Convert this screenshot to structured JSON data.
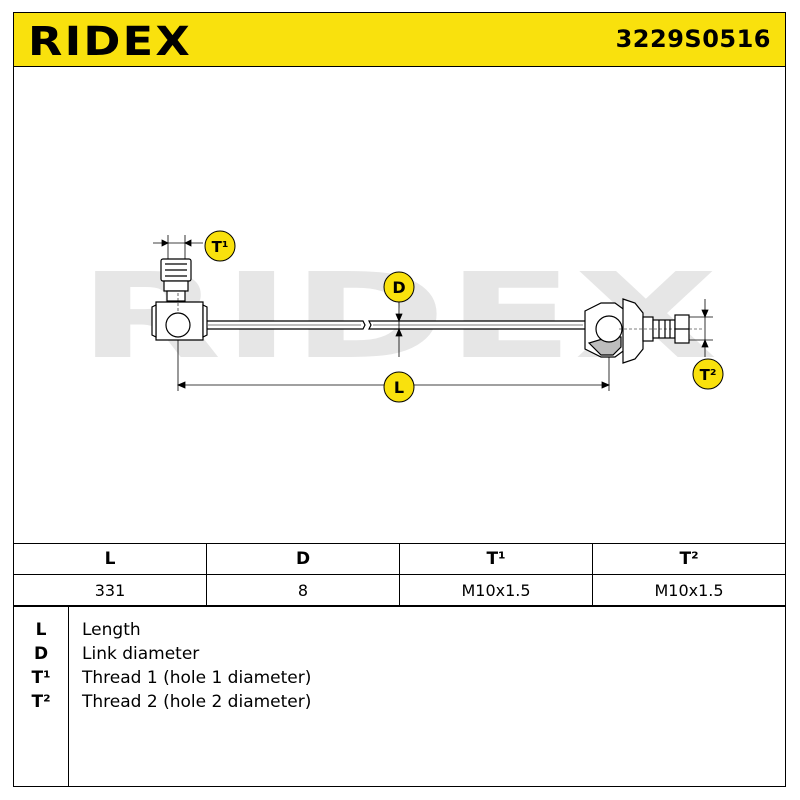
{
  "header": {
    "brand": "RIDEX",
    "part_number": "3229S0516",
    "background": "#f9e10d"
  },
  "drawing": {
    "watermark": "RIDEX",
    "labels": {
      "T1": "T¹",
      "T2": "T²",
      "D": "D",
      "L": "L"
    }
  },
  "table": {
    "headers": [
      "L",
      "D",
      "T¹",
      "T²"
    ],
    "values": [
      "331",
      "8",
      "M10x1.5",
      "M10x1.5"
    ]
  },
  "legend": [
    {
      "key": "L",
      "text": "Length"
    },
    {
      "key": "D",
      "text": "Link diameter"
    },
    {
      "key": "T¹",
      "text": "Thread 1 (hole 1 diameter)"
    },
    {
      "key": "T²",
      "text": "Thread 2 (hole 2 diameter)"
    }
  ]
}
